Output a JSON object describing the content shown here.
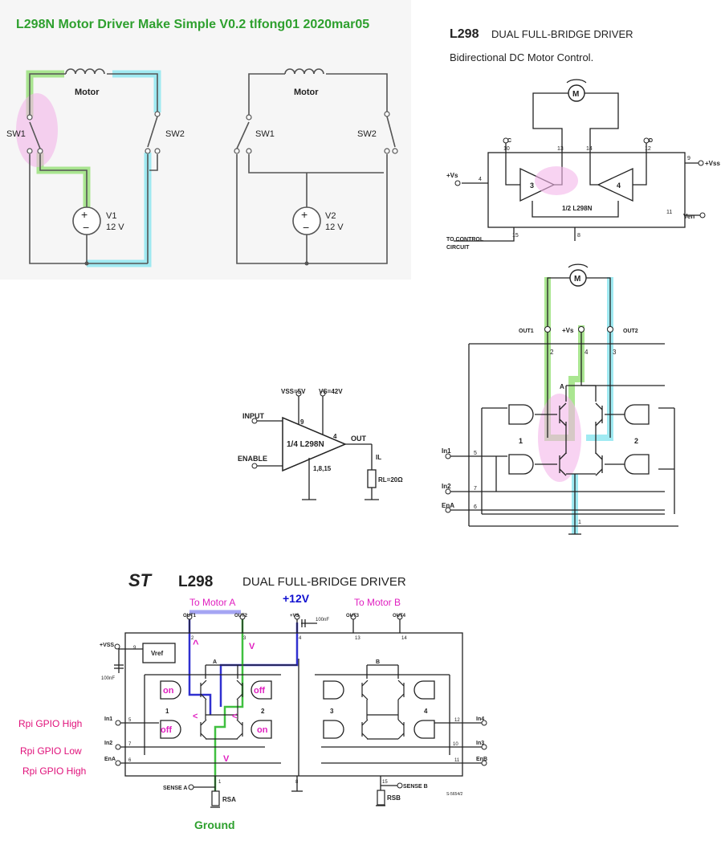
{
  "panel1": {
    "title": "L298N Motor Driver Make Simple V0.2 tlfong01 2020mar05",
    "left": {
      "motor": "Motor",
      "sw1": "SW1",
      "sw2": "SW2",
      "src_name": "V1",
      "src_volt": "12 V"
    },
    "right": {
      "motor": "Motor",
      "sw1": "SW1",
      "sw2": "SW2",
      "src_name": "V2",
      "src_volt": "12 V"
    }
  },
  "panel2": {
    "part": "L298",
    "title": "DUAL FULL-BRIDGE DRIVER",
    "subtitle": "Bidirectional DC Motor Control.",
    "motor": "M",
    "pin_c": "C",
    "pin_d": "D",
    "pin_10": "10",
    "pin_13": "13",
    "pin_14": "14",
    "pin_12": "12",
    "vs": "+Vs",
    "pin_4": "4",
    "pin_9": "9",
    "vss": "+Vss",
    "amp3": "3",
    "amp4": "4",
    "half": "1/2 L298N",
    "pin_11": "11",
    "ven": "Ven",
    "to_control": "TO CONTROL",
    "circuit": "CIRCUIT",
    "pin_15": "15",
    "pin_8": "8"
  },
  "panel3": {
    "vss": "VSS=5V",
    "vs": "VS=42V",
    "input": "INPUT",
    "enable": "ENABLE",
    "pin9": "9",
    "pin4": "4",
    "label": "1/4 L298N",
    "out": "OUT",
    "il": "IL",
    "rl": "RL=20Ω",
    "pins": "1,8,15"
  },
  "panel4": {
    "motor": "M",
    "out1": "OUT1",
    "vs": "+Vs",
    "out2": "OUT2",
    "p2": "2",
    "p4": "4",
    "p3": "3",
    "a": "A",
    "g1": "1",
    "g2": "2",
    "in1": "In1",
    "in2": "In2",
    "ena": "EnA",
    "p5": "5",
    "p7": "7",
    "p6": "6",
    "p1": "1"
  },
  "panel5": {
    "logo": "ST",
    "part": "L298",
    "title": "DUAL FULL-BRIDGE DRIVER",
    "to_motor_a": "To Motor A",
    "v12": "+12V",
    "to_motor_b": "To Motor B",
    "out1": "OUT1",
    "out2": "OUT2",
    "out3": "OUT3",
    "out4": "OUT4",
    "vs": "+VS",
    "cap": "100nF",
    "vss": "+VSS",
    "vref": "Vref",
    "cap2": "100nF",
    "on1": "on",
    "off1": "off",
    "off2": "off",
    "on2": "on",
    "caret_up": "^",
    "v_mark": "V",
    "lt1": "<",
    "lt2": "<",
    "v_mark2": "V",
    "a": "A",
    "b": "B",
    "g1": "1",
    "g2": "2",
    "g3": "3",
    "g4": "4",
    "in1": "In1",
    "in2": "In2",
    "ena": "EnA",
    "in4": "In4",
    "in3": "In3",
    "enb": "EnB",
    "rpi1": "Rpi GPIO High",
    "rpi2": "Rpi GPIO Low",
    "rpi3": "Rpi GPIO High",
    "sense_a": "SENSE A",
    "sense_b": "SENSE B",
    "rsa": "RSA",
    "rsb": "RSB",
    "code": "S-5654/2",
    "ground": "Ground",
    "p2": "2",
    "p3": "3",
    "p4": "4",
    "p13": "13",
    "p14": "14",
    "p9": "9",
    "p5": "5",
    "p7": "7",
    "p6": "6",
    "p12": "12",
    "p10": "10",
    "p11": "11",
    "p1": "1",
    "p8": "8",
    "p15": "15"
  }
}
